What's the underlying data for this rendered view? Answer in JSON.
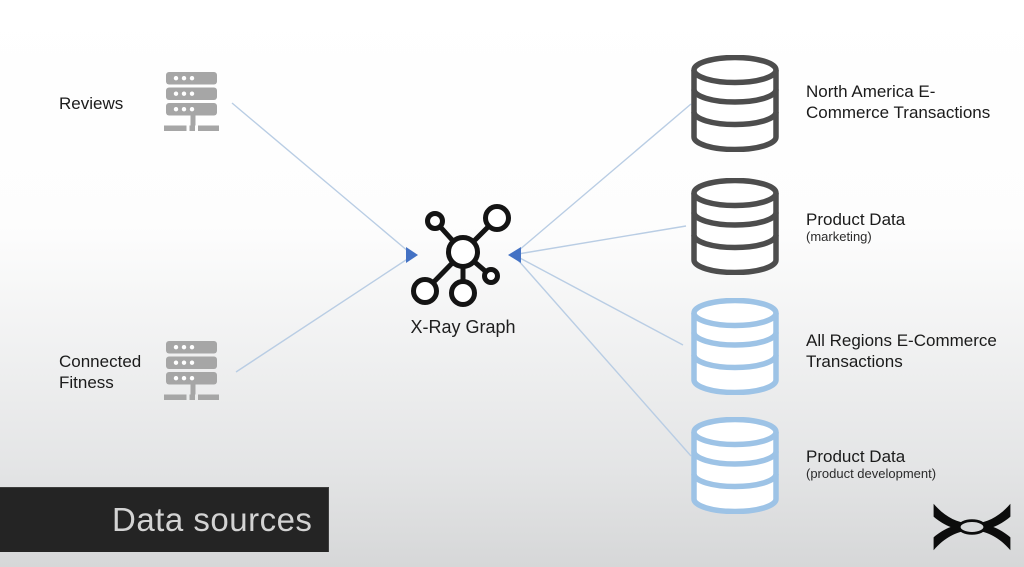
{
  "banner": {
    "label": "Data sources"
  },
  "center_node": {
    "label": "X-Ray Graph",
    "icon": "network-graph-icon"
  },
  "left_sources": [
    {
      "label": "Reviews",
      "icon": "server-icon"
    },
    {
      "label": "Connected Fitness",
      "icon": "server-icon"
    }
  ],
  "right_sources": [
    {
      "title": "North America E-Commerce Transactions",
      "subtitle": "",
      "icon": "database-icon",
      "variant": "dark"
    },
    {
      "title": "Product Data",
      "subtitle": "(marketing)",
      "icon": "database-icon",
      "variant": "dark"
    },
    {
      "title": "All Regions E-Commerce Transactions",
      "subtitle": "",
      "icon": "database-icon",
      "variant": "blue"
    },
    {
      "title": "Product Data",
      "subtitle": "(product development)",
      "icon": "database-icon",
      "variant": "blue"
    }
  ],
  "brand": {
    "name": "Under Armour",
    "icon": "under-armour-logo"
  },
  "colors": {
    "db_dark_stroke": "#4d4d4d",
    "db_blue_stroke": "#9dc3e6",
    "server_gray": "#a6a6a6",
    "connector_line": "#b9cde4",
    "connector_arrow": "#4472c4",
    "node_icon": "#141414",
    "banner_bg": "#242424",
    "banner_text": "#d3d3d3",
    "background_bottom": "#d6d7d8"
  }
}
